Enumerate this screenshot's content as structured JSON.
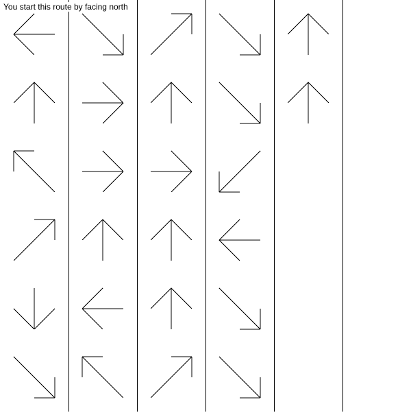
{
  "instruction": "You start this route by facing north",
  "colors": {
    "background": "#ffffff",
    "ink": "#000000"
  },
  "grid": {
    "columns": 5,
    "rows": 6
  },
  "arrow_columns": [
    [
      "west-arrow-icon",
      "north-arrow-icon",
      "northwest-arrow-icon",
      "northeast-arrow-icon",
      "south-arrow-icon",
      "southeast-arrow-icon"
    ],
    [
      "southeast-arrow-icon",
      "east-arrow-icon",
      "east-arrow-icon",
      "north-arrow-icon",
      "west-arrow-icon",
      "northwest-arrow-icon"
    ],
    [
      "northeast-arrow-icon",
      "north-arrow-icon",
      "east-arrow-icon",
      "north-arrow-icon",
      "north-arrow-icon",
      "northeast-arrow-icon"
    ],
    [
      "southeast-arrow-icon",
      "southeast-arrow-icon",
      "southwest-arrow-icon",
      "west-arrow-icon",
      "southeast-arrow-icon",
      "southeast-arrow-icon"
    ],
    [
      "north-arrow-icon",
      "north-arrow-icon"
    ]
  ]
}
